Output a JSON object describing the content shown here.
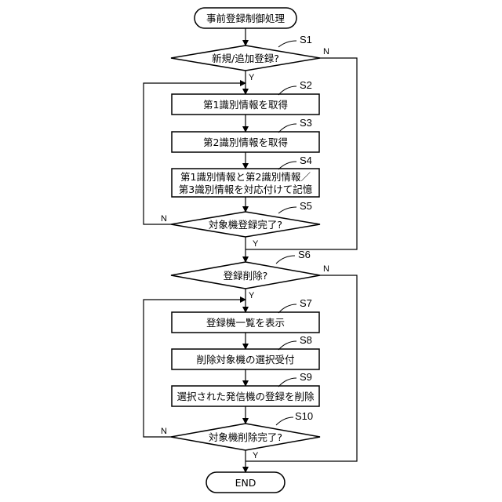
{
  "flowchart": {
    "start": "事前登録制御処理",
    "end": "END",
    "s1": {
      "id": "S1",
      "question": "新規/追加登録?",
      "yes": "Y",
      "no": "N"
    },
    "s2": {
      "id": "S2",
      "text": "第1識別情報を取得"
    },
    "s3": {
      "id": "S3",
      "text": "第2識別情報を取得"
    },
    "s4": {
      "id": "S4",
      "line1": "第1識別情報と第2識別情報／",
      "line2": "第3識別情報を対応付けて記憶"
    },
    "s5": {
      "id": "S5",
      "question": "対象機登録完了?",
      "yes": "Y",
      "no": "N"
    },
    "s6": {
      "id": "S6",
      "question": "登録削除?",
      "yes": "Y",
      "no": "N"
    },
    "s7": {
      "id": "S7",
      "text": "登録機一覧を表示"
    },
    "s8": {
      "id": "S8",
      "text": "削除対象機の選択受付"
    },
    "s9": {
      "id": "S9",
      "text": "選択された発信機の登録を削除"
    },
    "s10": {
      "id": "S10",
      "question": "対象機削除完了?",
      "yes": "Y",
      "no": "N"
    }
  }
}
